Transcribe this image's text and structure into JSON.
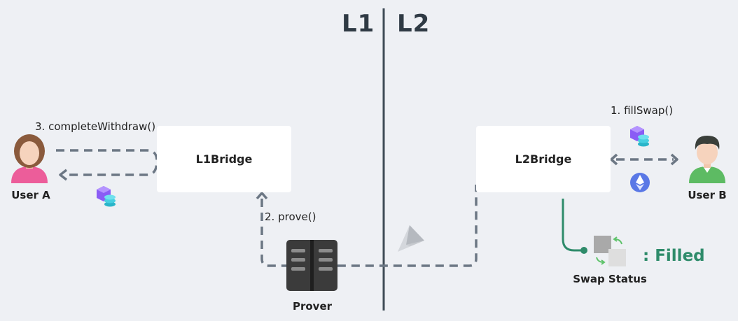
{
  "layers": {
    "left": "L1",
    "right": "L2"
  },
  "nodes": {
    "l1bridge": "L1Bridge",
    "l2bridge": "L2Bridge",
    "prover": "Prover",
    "user_a": "User A",
    "user_b": "User B",
    "swap_status": "Swap Status"
  },
  "steps": {
    "fill_swap": "1. fillSwap()",
    "prove": "2. prove()",
    "complete_withdraw": "3. completeWithdraw()"
  },
  "status_value": ": Filled",
  "colors": {
    "background": "#eef0f4",
    "divider": "#3f4b56",
    "dashed_arrow": "#6c7784",
    "status_green": "#2e8b6a",
    "token_purple": "#8a5cf5",
    "token_teal": "#2ab5c9",
    "eth_blue": "#5a78e6"
  },
  "icons": {
    "user_a": "female-user-icon",
    "user_b": "male-user-icon",
    "prover": "server-icon",
    "message": "paper-plane-icon",
    "token": "token-stack-icon",
    "eth": "ethereum-icon",
    "status": "swap-status-icon"
  }
}
